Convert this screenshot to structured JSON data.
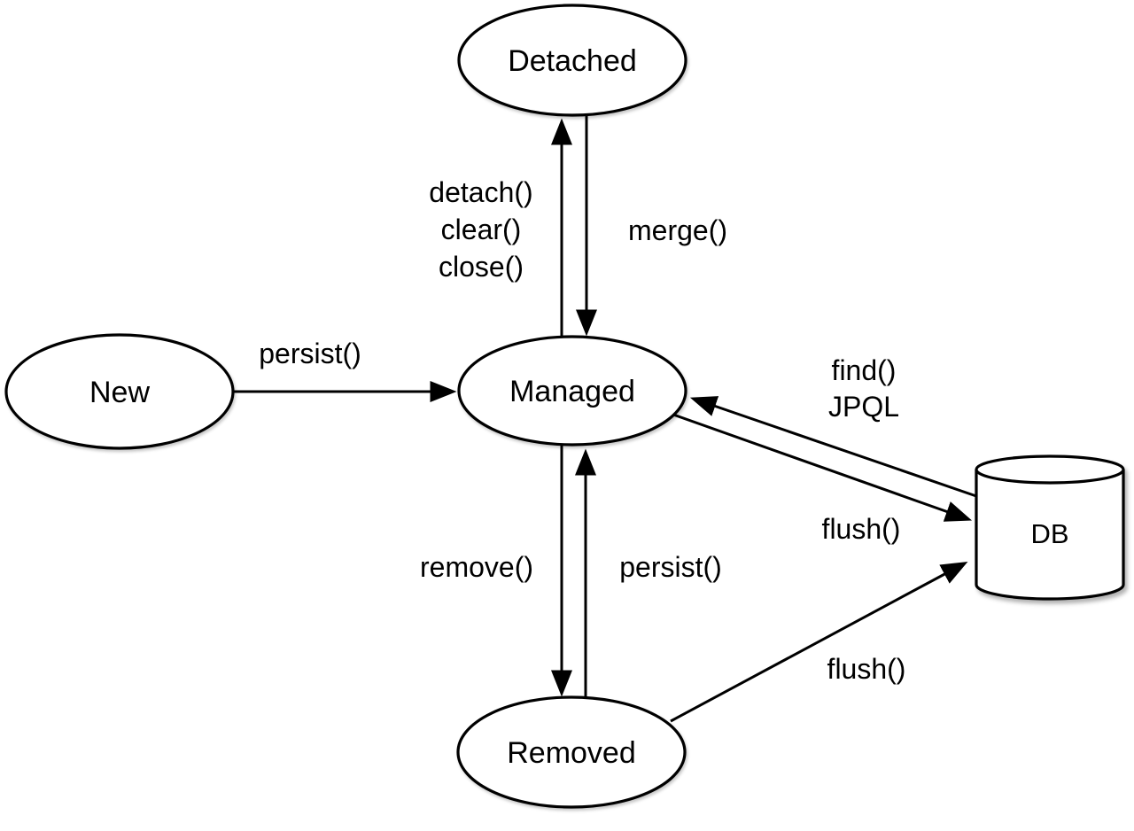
{
  "diagram": {
    "description": "JPA entity lifecycle state diagram",
    "background_color": "#ffffff",
    "stroke_color": "#000000",
    "text_color": "#000000"
  },
  "nodes": {
    "new": {
      "label": "New",
      "shape": "ellipse"
    },
    "detached": {
      "label": "Detached",
      "shape": "ellipse"
    },
    "managed": {
      "label": "Managed",
      "shape": "ellipse"
    },
    "removed": {
      "label": "Removed",
      "shape": "ellipse"
    },
    "db": {
      "label": "DB",
      "shape": "cylinder"
    }
  },
  "edges": {
    "new_to_managed": {
      "from": "New",
      "to": "Managed",
      "label": "persist()"
    },
    "managed_to_detached": {
      "from": "Managed",
      "to": "Detached",
      "label_lines": [
        "detach()",
        "clear()",
        "close()"
      ]
    },
    "detached_to_managed": {
      "from": "Detached",
      "to": "Managed",
      "label": "merge()"
    },
    "managed_to_removed": {
      "from": "Managed",
      "to": "Removed",
      "label": "remove()"
    },
    "removed_to_managed": {
      "from": "Removed",
      "to": "Managed",
      "label": "persist()"
    },
    "db_to_managed": {
      "from": "DB",
      "to": "Managed",
      "label_lines": [
        "find()",
        "JPQL"
      ]
    },
    "managed_to_db": {
      "from": "Managed",
      "to": "DB",
      "label": "flush()"
    },
    "removed_to_db": {
      "from": "Removed",
      "to": "DB",
      "label": "flush()"
    }
  }
}
